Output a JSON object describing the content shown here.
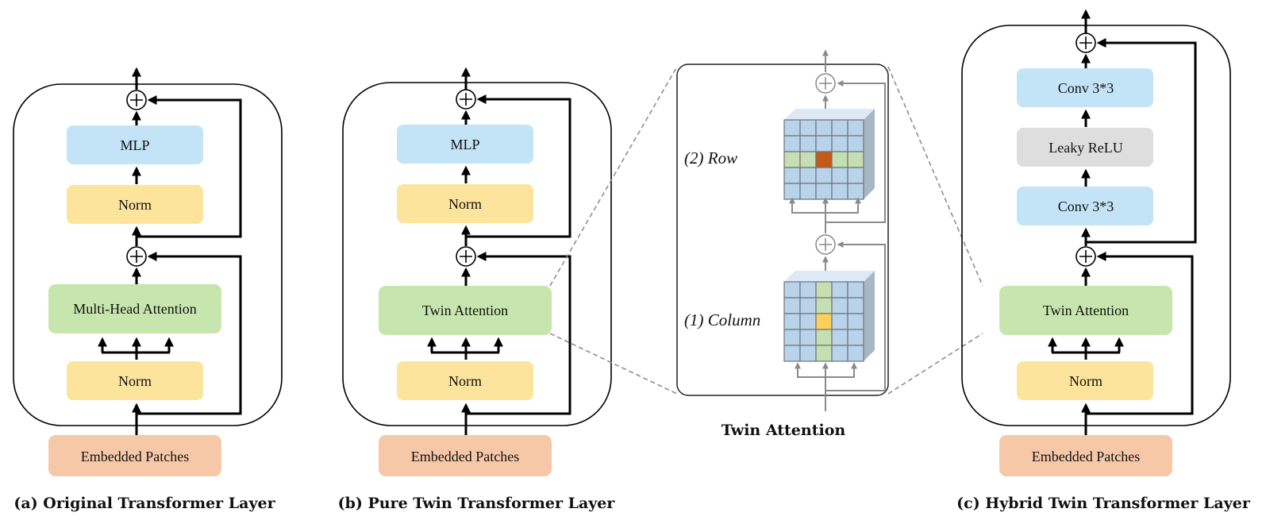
{
  "colors": {
    "mlp": "#c3e3f6",
    "norm": "#fde49c",
    "attention": "#c7e6ad",
    "embed": "#f7c8a8",
    "leaky": "#dedede",
    "conv": "#c3e3f6",
    "grid_cell": "#b9d3ea",
    "grid_highlight": "#c5deb2",
    "row_center": "#c45a16",
    "col_center": "#fdd05a",
    "gray_line": "#8a8a8a"
  },
  "panel_a": {
    "caption": "(a) Original Transformer Layer",
    "blocks": {
      "mlp": "MLP",
      "norm_top": "Norm",
      "attention": "Multi-Head Attention",
      "norm_bottom": "Norm",
      "embed": "Embedded Patches"
    }
  },
  "panel_b": {
    "caption": "(b) Pure Twin Transformer Layer",
    "blocks": {
      "mlp": "MLP",
      "norm_top": "Norm",
      "attention": "Twin Attention",
      "norm_bottom": "Norm",
      "embed": "Embedded Patches"
    }
  },
  "twin_detail": {
    "caption": "Twin Attention",
    "row_label": "(2) Row",
    "column_label": "(1) Column",
    "grid_size": 5
  },
  "panel_c": {
    "caption": "(c) Hybrid Twin Transformer Layer",
    "blocks": {
      "conv_top": "Conv 3*3",
      "leaky": "Leaky ReLU",
      "conv_bottom": "Conv 3*3",
      "attention": "Twin Attention",
      "norm_bottom": "Norm",
      "embed": "Embedded Patches"
    }
  }
}
